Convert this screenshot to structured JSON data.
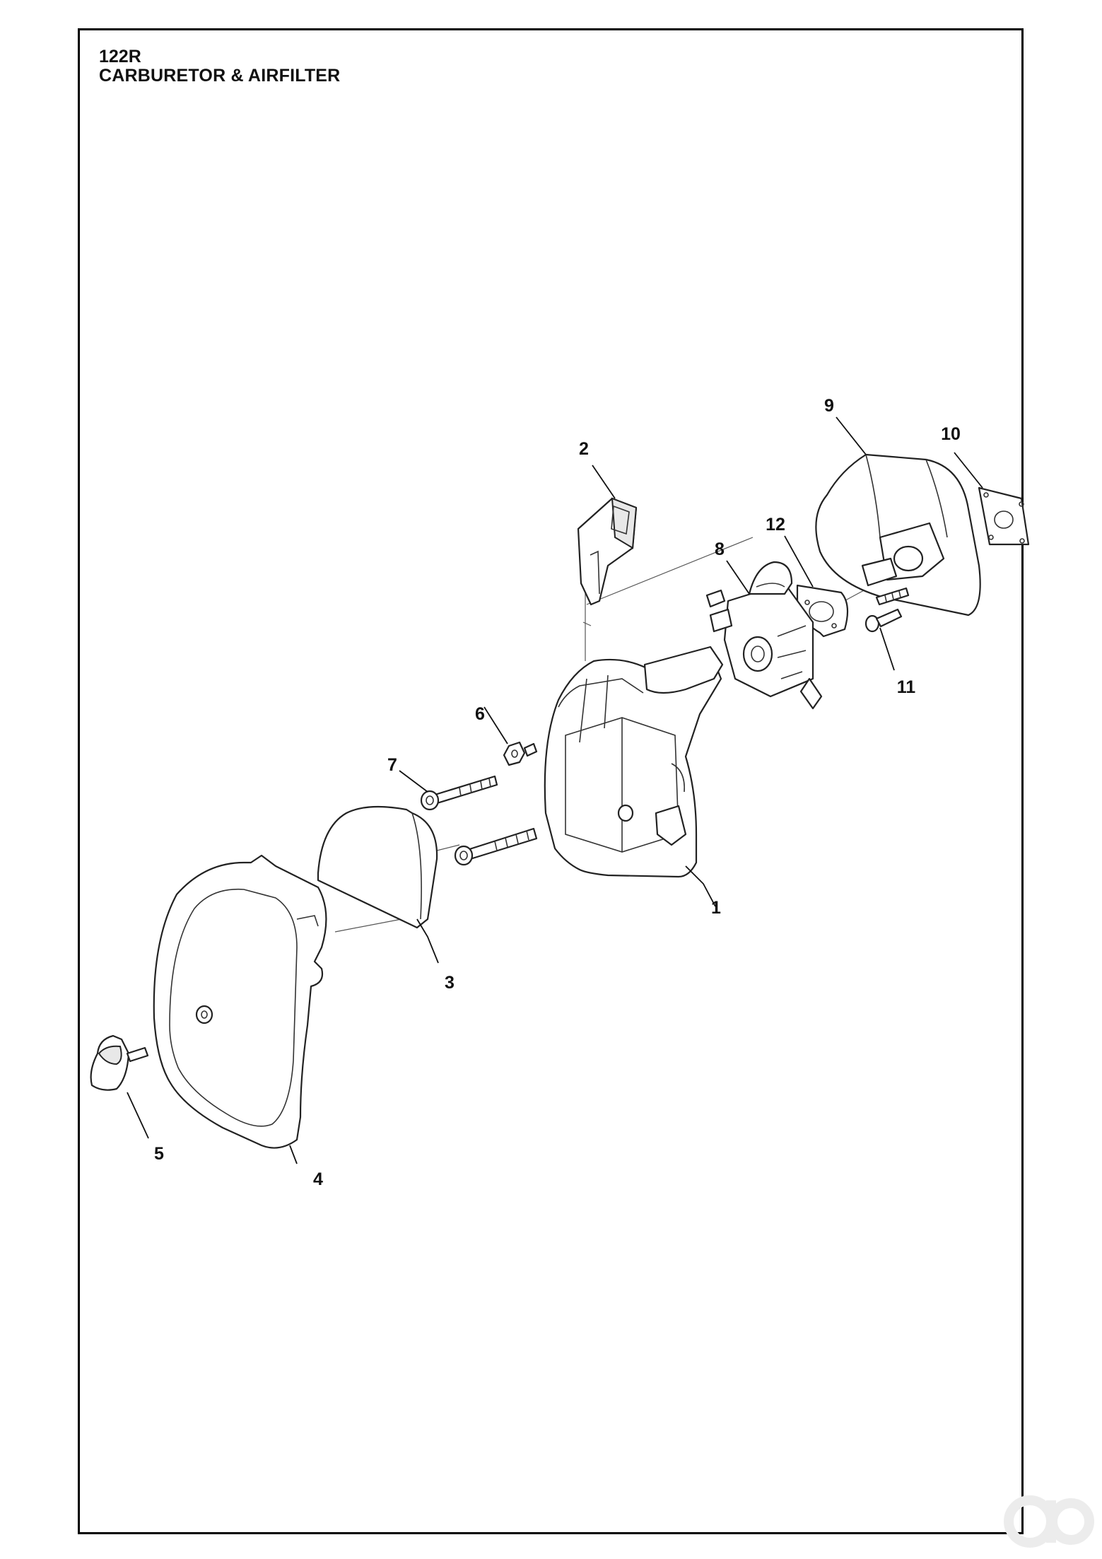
{
  "header": {
    "model": "122R",
    "title": "CARBURETOR & AIRFILTER"
  },
  "callouts": [
    {
      "id": "c1",
      "label": "1"
    },
    {
      "id": "c2",
      "label": "2"
    },
    {
      "id": "c3",
      "label": "3"
    },
    {
      "id": "c4",
      "label": "4"
    },
    {
      "id": "c5",
      "label": "5"
    },
    {
      "id": "c6",
      "label": "6"
    },
    {
      "id": "c7",
      "label": "7"
    },
    {
      "id": "c8",
      "label": "8"
    },
    {
      "id": "c9",
      "label": "9"
    },
    {
      "id": "c10",
      "label": "10"
    },
    {
      "id": "c11",
      "label": "11"
    },
    {
      "id": "c12",
      "label": "12"
    }
  ],
  "icons": {
    "watermark": "watermark-logo-icon"
  }
}
